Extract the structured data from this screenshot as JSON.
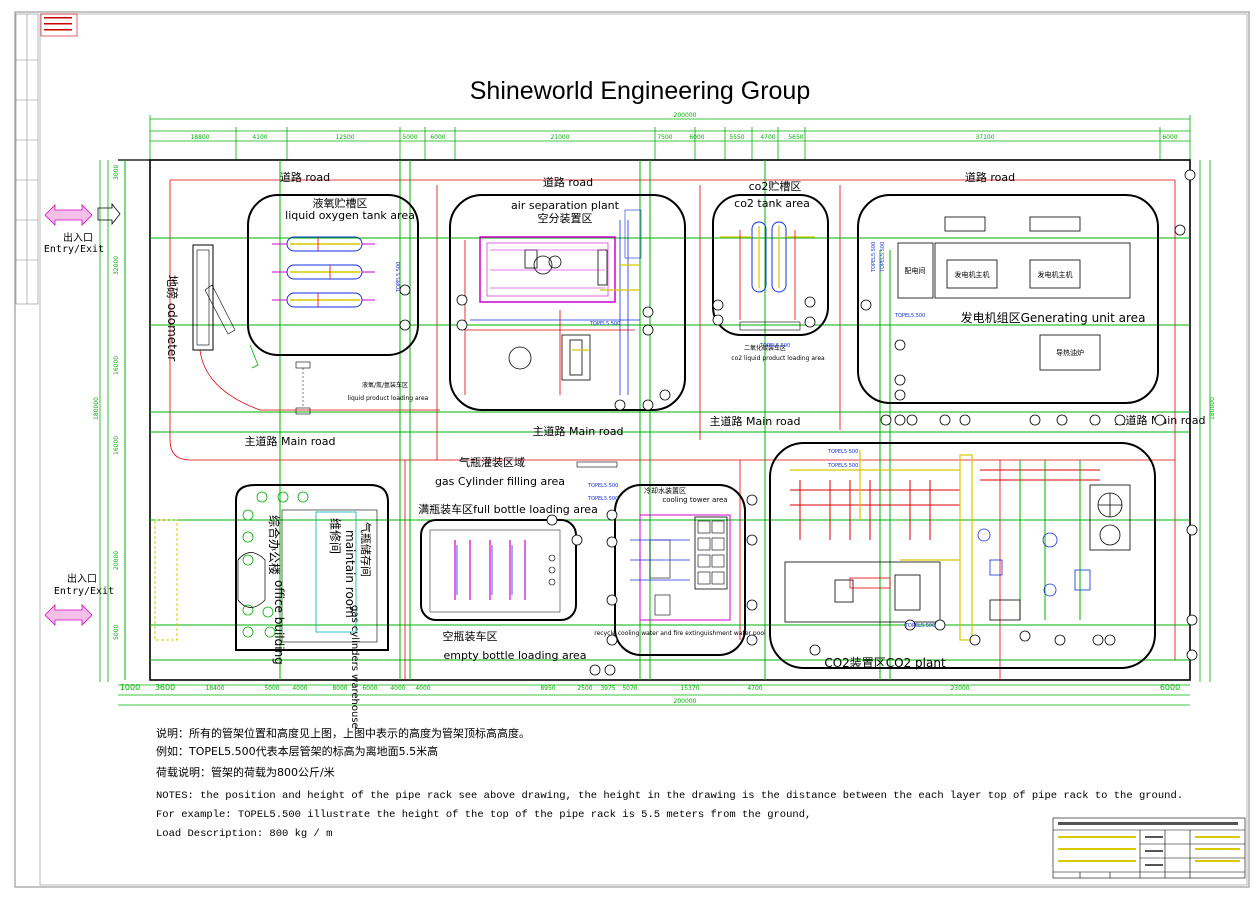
{
  "title": "Shineworld Engineering Group",
  "dims": {
    "top": [
      "18800",
      "4100",
      "12500",
      "5000",
      "6000",
      "21000",
      "7500",
      "6000",
      "5550",
      "4700",
      "5650",
      "37100",
      "6000"
    ],
    "bottom": [
      "1000",
      "3600",
      "18400",
      "5000",
      "4000",
      "8000",
      "6000",
      "4000",
      "4000",
      "8950",
      "2500",
      "3975",
      "5070",
      "15370",
      "4700",
      "23000",
      "6000"
    ],
    "total": "200000"
  },
  "entries": [
    {
      "cn": "出入口",
      "en": "Entry/Exit"
    },
    {
      "cn": "出入口",
      "en": "Entry/Exit"
    }
  ],
  "labels": {
    "road_left": "道路  road",
    "road_mid": "道路  road",
    "road_right": "道路  road",
    "main_road_1": "主道路 Main road",
    "main_road_2": "主道路 Main road",
    "main_road_3": "主道路 Main road",
    "main_road_4": "主道路 Main road",
    "weighbridge": "地磅 odometer",
    "lox_cn": "液氧贮槽区",
    "lox_en": "liquid oxygen tank area",
    "loading_cn": "液氧/氮/氩装车区",
    "loading_en": "liquid product loading area",
    "asu_en": "air separation plant",
    "asu_cn": "空分装置区",
    "co2tank": "co2贮槽区",
    "co2tank_en": "co2 tank area",
    "co2loading": "二氧化碳装车区",
    "co2loading_en": "co2 liquid product loading area",
    "power_room": "配电间",
    "genset1": "发电机主机",
    "genset2": "发电机主机",
    "gen_area": "发电机组区Generating unit area",
    "heater": "导热油炉",
    "cyl_cn": "气瓶灌装区域",
    "cyl_en": "gas Cylinder filling area",
    "full_bottle": "满瓶装车区full bottle loading area",
    "empty_cn": "空瓶装车区",
    "empty_en": "empty bottle loading area",
    "office_cn": "综合办公楼",
    "office_en": "office building",
    "maint_cn": "维修间",
    "maint_en": "maintain room",
    "warehouse_cn": "气瓶储存间",
    "warehouse_en": "gas cylinders warehouse",
    "cooling_cn": "冷却水装置区",
    "cooling_en": "cooling tower area",
    "cooling_note": "recycle cooling water and fire extinguishment water pool",
    "co2_plant": "CO2装置区CO2 plant",
    "topel": "TOPEL5.500"
  },
  "notes": [
    "说明：所有的管架位置和高度见上图，上图中表示的高度为管架顶标高高度。",
    "例如：TOPEL5.500代表本层管架的标高为离地面5.5米高",
    "荷载说明：管架的荷载为800公斤/米",
    "NOTES: the position and height of the pipe rack see above drawing, the height in the drawing is the distance between the each layer top of  pipe rack to the ground.",
    " For example: TOPEL5.500 illustrate the height of  the  top of the pipe rack  is 5.5 meters from the ground,",
    "Load Description:  800 kg / m"
  ],
  "colors": {
    "border": "#000000",
    "road_red": "#e00000",
    "rack_green": "#00b000",
    "pipe_blue": "#1030e0",
    "pipe_magenta": "#d000d0",
    "yellow": "#d8c800",
    "gray": "#888888"
  }
}
